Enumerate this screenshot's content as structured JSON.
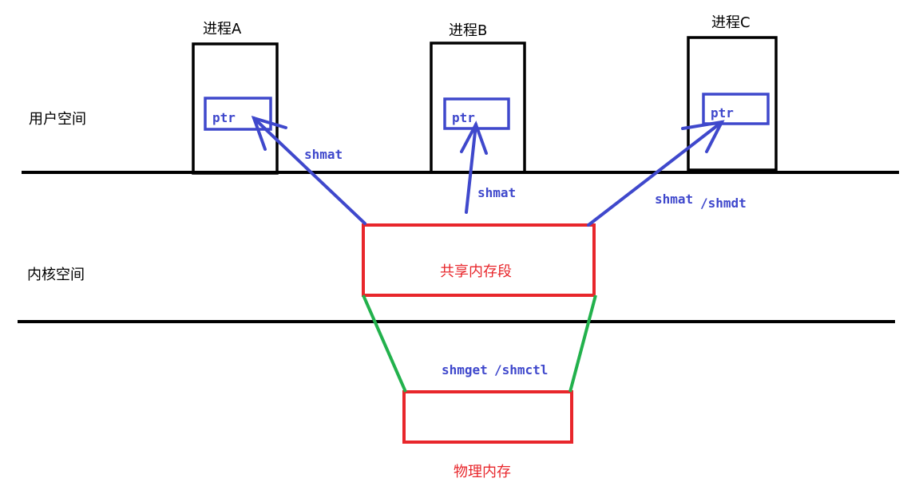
{
  "processes": [
    {
      "title": "进程A",
      "ptr_label": "ptr"
    },
    {
      "title": "进程B",
      "ptr_label": "ptr"
    },
    {
      "title": "进程C",
      "ptr_label": "ptr"
    }
  ],
  "regions": {
    "user_space": "用户空间",
    "kernel_space": "内核空间"
  },
  "shared_segment": {
    "label": "共享内存段"
  },
  "physical_memory": {
    "label": "物理内存"
  },
  "calls": {
    "shmat_a": "shmat",
    "shmat_b": "shmat",
    "shmat_c": "shmat",
    "shmdt_c": "/shmdt",
    "shmget": "shmget",
    "shmctl": "/shmctl"
  },
  "colors": {
    "line": "#000000",
    "process_box": "#000000",
    "ptr_box": "#3f48cc",
    "arrow": "#3f48cc",
    "segment": "#e8262b",
    "link": "#22b14c"
  }
}
